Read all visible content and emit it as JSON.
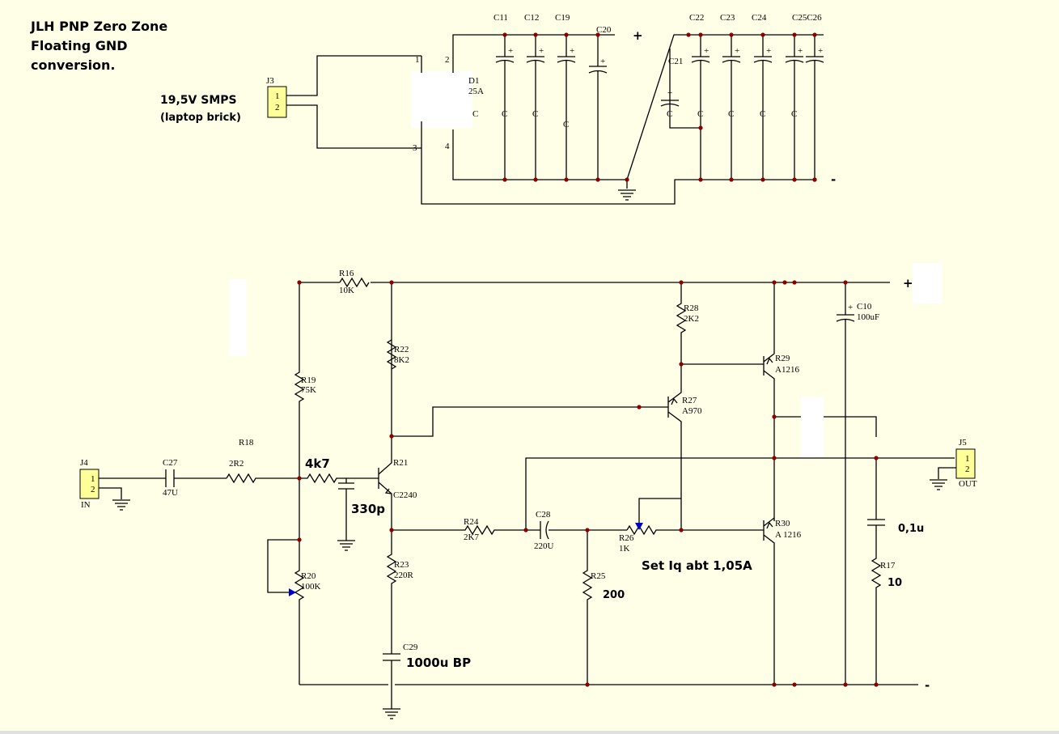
{
  "title_lines": [
    "JLH PNP Zero Zone",
    "Floating GND",
    "conversion."
  ],
  "power_section": {
    "connector": {
      "ref": "J3",
      "pins": [
        "1",
        "2"
      ]
    },
    "supply_label_lines": [
      "19,5V SMPS",
      "(laptop brick)"
    ],
    "bridge": {
      "ref": "D1",
      "ref_visible": "D1",
      "rating_visible": "25A",
      "pins": [
        "1",
        "2",
        "3",
        "4"
      ]
    },
    "capacitors": [
      "C11",
      "C12",
      "C19",
      "C20",
      "C21",
      "C22",
      "C23",
      "C24",
      "C25",
      "C26"
    ],
    "c_letter": "C",
    "c25_c26_label": "C25C26",
    "plus_label": "+",
    "minus_label": "-"
  },
  "amp_section": {
    "input_connector": {
      "ref": "J4",
      "pins": [
        "1",
        "2"
      ],
      "name": "IN"
    },
    "output_connector": {
      "ref": "J5",
      "pins": [
        "1",
        "2"
      ],
      "name": "OUT"
    },
    "components": {
      "R16": {
        "ref": "R16",
        "value": "10K"
      },
      "R18": {
        "ref": "R18",
        "value": "2R2"
      },
      "R19": {
        "ref": "R19",
        "value": "75K"
      },
      "R20": {
        "ref": "R20",
        "value": "100K"
      },
      "R21": {
        "ref": "R21",
        "value": "C2240"
      },
      "R22": {
        "ref": "R22",
        "value": "8K2"
      },
      "R23": {
        "ref": "R23",
        "value": "220R"
      },
      "R24": {
        "ref": "R24",
        "value": "2K7"
      },
      "R25": {
        "ref": "R25",
        "value": "200"
      },
      "R26": {
        "ref": "R26",
        "value": "1K"
      },
      "R27": {
        "ref": "R27",
        "value": "A970"
      },
      "R28": {
        "ref": "R28",
        "value": "2K2"
      },
      "R29": {
        "ref": "R29",
        "value": "A1216"
      },
      "R30": {
        "ref": "R30",
        "value": "A 1216"
      },
      "R17": {
        "ref": "R17",
        "value": "10"
      },
      "C10": {
        "ref": "C10",
        "value": "100uF"
      },
      "C27": {
        "ref": "C27",
        "value": "47U"
      },
      "C28": {
        "ref": "C28",
        "value": "220U"
      },
      "C29": {
        "ref": "C29",
        "value": "1000u BP"
      }
    },
    "annotations": {
      "r4k7": "4k7",
      "c330p": "330p",
      "c01u": "0,1u",
      "set_iq": "Set Iq abt 1,05A"
    },
    "plus_label": "+",
    "minus_label": "-"
  },
  "colors": {
    "background": "#FFFFE8",
    "wire": "#000000",
    "junction": "#8B0000",
    "connector_fill": "#FFFF99",
    "pot_arrow": "#0000CC"
  }
}
